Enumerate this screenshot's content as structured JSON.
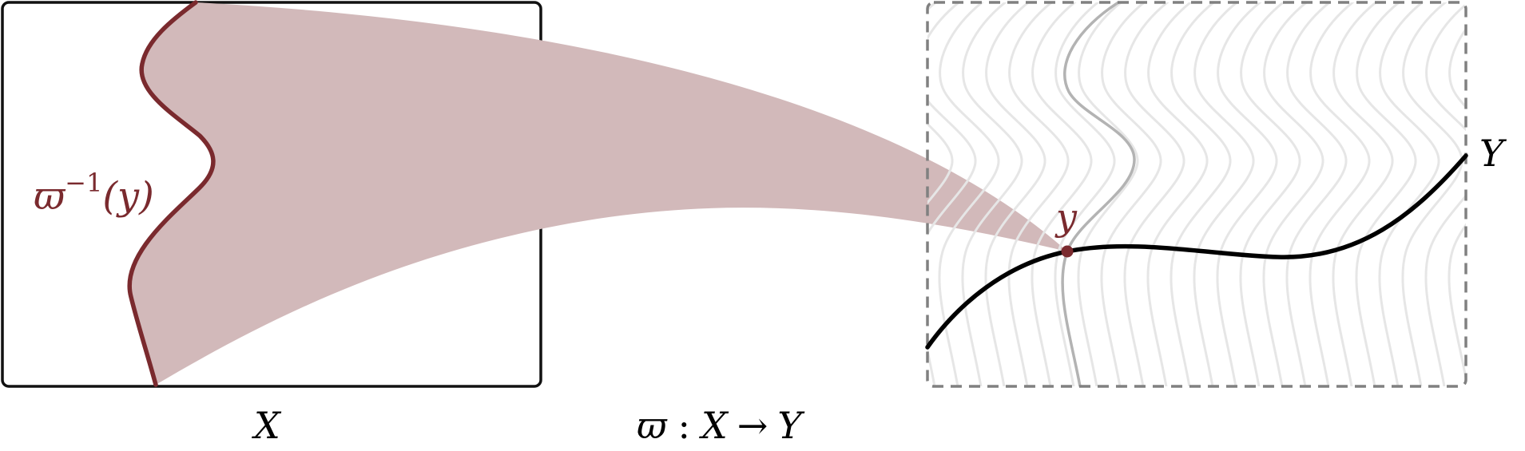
{
  "labels": {
    "fiber_symbol": "ϖ",
    "fiber_exponent": "−1",
    "fiber_arg": "(y)",
    "point": "y",
    "target_space": "Y",
    "source_space": "X",
    "map": {
      "symbol": "ϖ",
      "colon": ":",
      "domain": "X",
      "arrow": "→",
      "codomain": "Y"
    }
  },
  "colors": {
    "fiber": "#7a2a2e",
    "fiber_fill": "#d2b9ba",
    "curve": "#000000",
    "frame_solid": "#111111",
    "frame_dashed": "#808080",
    "hatch": "#e6e6e6",
    "highlight_fiber": "#b3b3b3",
    "point": "#7a2a2e"
  }
}
